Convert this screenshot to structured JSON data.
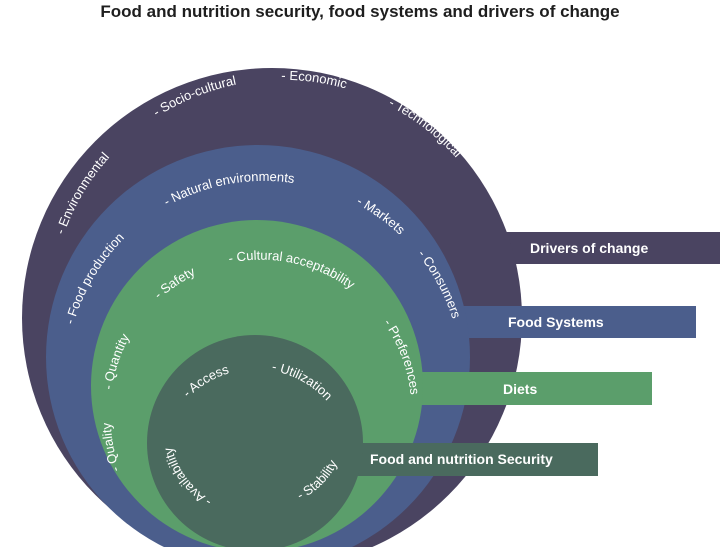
{
  "title": "Food and nutrition security, food systems and drivers of change",
  "colors": {
    "drivers": "#4a4461",
    "food_systems": "#4b5e8c",
    "diets": "#5b9e6b",
    "security": "#4a6a5e"
  },
  "layers": {
    "drivers": {
      "label": "Drivers of change",
      "items": [
        "- Environmental",
        "- Socio-cultural",
        "- Economic",
        "- Technological"
      ]
    },
    "food_systems": {
      "label": "Food Systems",
      "items": [
        "- Food production",
        "- Natural environments",
        "- Markets",
        "- Consumers"
      ]
    },
    "diets": {
      "label": "Diets",
      "items": [
        "- Quantity",
        "- Safety",
        "- Cultural acceptability",
        "- Preferences",
        "- Quality"
      ]
    },
    "security": {
      "label": "Food and nutrition Security",
      "items": [
        "- Access",
        "- Utilization",
        "- Availability",
        "- Stability"
      ]
    }
  }
}
